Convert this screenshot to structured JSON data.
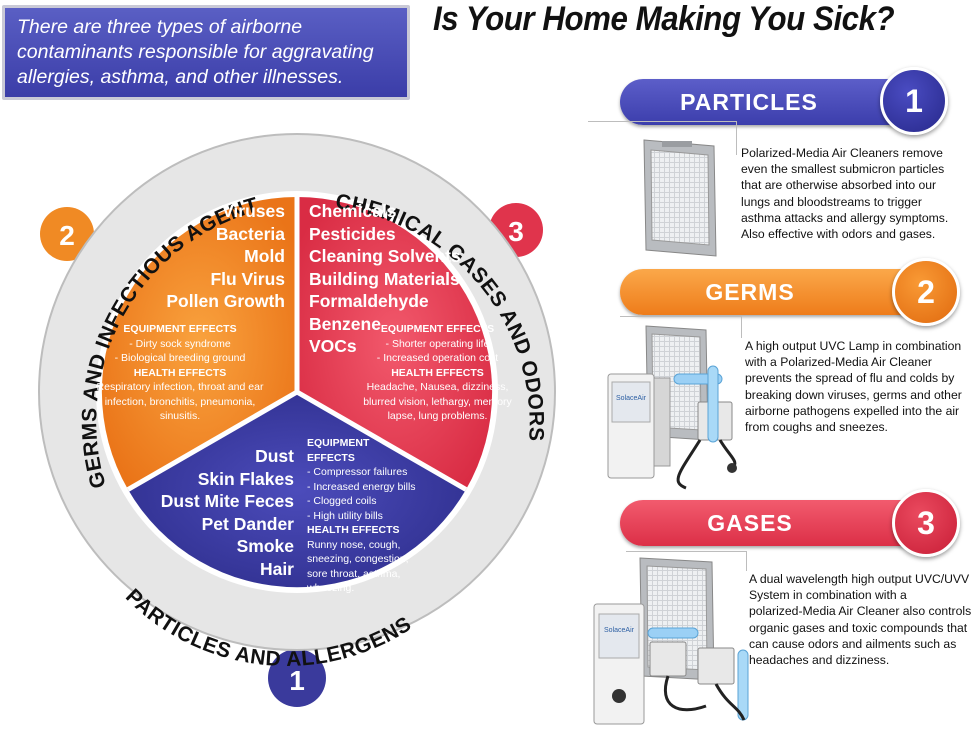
{
  "intro_text": "There are three types of airborne contaminants responsible for aggravating allergies, asthma, and other illnesses.",
  "main_title": "Is Your Home Making You Sick?",
  "colors": {
    "blue": "#3f3fa6",
    "orange": "#f08a24",
    "red": "#e8384f",
    "ring": "#dcdcdc"
  },
  "wheel": {
    "ring_labels": {
      "germs": "GERMS AND INFECTIOUS AGENTS",
      "chemical": "CHEMICAL GASES AND ODORS",
      "particles": "PARTICLES AND ALLERGENS"
    },
    "badges": {
      "germs": "2",
      "chemical": "3",
      "particles": "1"
    },
    "germs": {
      "items": [
        "Viruses",
        "Bacteria",
        "Mold",
        "Flu Virus",
        "Pollen Growth"
      ],
      "equipment_heading": "EQUIPMENT EFFECTS",
      "equipment": [
        "- Dirty sock syndrome",
        "- Biological breeding ground"
      ],
      "health_heading": "HEALTH EFFECTS",
      "health_lines": [
        "Respiratory infection, throat and ear",
        "infection, bronchitis, pneumonia,",
        "sinusitis."
      ]
    },
    "chemical": {
      "items": [
        "Chemicals",
        "Pesticides",
        "Cleaning Solvents",
        "Building Materials",
        "Formaldehyde",
        "Benzene",
        "VOCs"
      ],
      "equipment_heading": "EQUIPMENT EFFECTS",
      "equipment": [
        "- Shorter operating life",
        "- Increased operation cost"
      ],
      "health_heading": "HEALTH EFFECTS",
      "health_lines": [
        "Headache, Nausea, dizziness,",
        "blurred vision, lethargy, memory",
        "lapse, lung problems."
      ]
    },
    "particles": {
      "items": [
        "Dust",
        "Skin Flakes",
        "Dust Mite Feces",
        "Pet Dander",
        "Smoke",
        "Hair"
      ],
      "equipment_heading_1": "EQUIPMENT",
      "equipment_heading_2": "EFFECTS",
      "equipment": [
        "- Compressor failures",
        "- Increased energy bills",
        "- Clogged coils",
        "- High utility bills"
      ],
      "health_heading": "HEALTH EFFECTS",
      "health_lines": [
        "Runny nose, cough,",
        "sneezing, congestion,",
        "sore throat, asthma,",
        "wheezing."
      ]
    }
  },
  "sections": [
    {
      "label": "PARTICLES",
      "number": "1",
      "lines": [
        "Polarized-Media Air Cleaners remove",
        "even the smallest submicron particles",
        "that are otherwise absorbed into our",
        "lungs and bloodstreams to trigger",
        "asthma attacks and allergy symptoms.",
        "Also effective with odors and gases."
      ]
    },
    {
      "label": "GERMS",
      "number": "2",
      "lines": [
        "A high output UVC Lamp in combination",
        "with a Polarized-Media Air Cleaner",
        "prevents the spread of flu and colds by",
        "breaking down viruses, germs and other",
        "airborne pathogens expelled into the air",
        "from coughs and sneezes."
      ]
    },
    {
      "label": "GASES",
      "number": "3",
      "lines": [
        "A dual wavelength high output UVC/UVV",
        "System in combination with a",
        "polarized-Media Air Cleaner also controls",
        "organic gases and toxic compounds that",
        "can cause odors and ailments such as",
        "headaches and dizziness."
      ]
    }
  ],
  "device_brand": "SolaceAir"
}
